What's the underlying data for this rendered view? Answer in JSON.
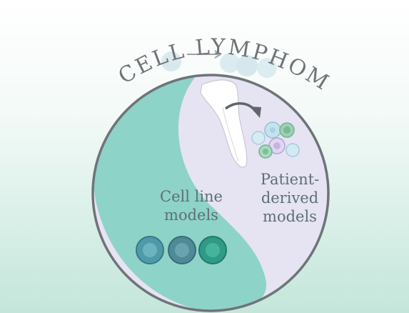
{
  "title": "B-CELL LYMPHOMA",
  "left_label": {
    "line1": "Cell line",
    "line2": "models"
  },
  "right_label": {
    "line1": "Patient-",
    "line2": "derived",
    "line3": "models"
  },
  "colors": {
    "teal": "#8ed3c7",
    "lavender": "#e6e3f2",
    "outline": "#6f7479",
    "title": "#707478"
  }
}
